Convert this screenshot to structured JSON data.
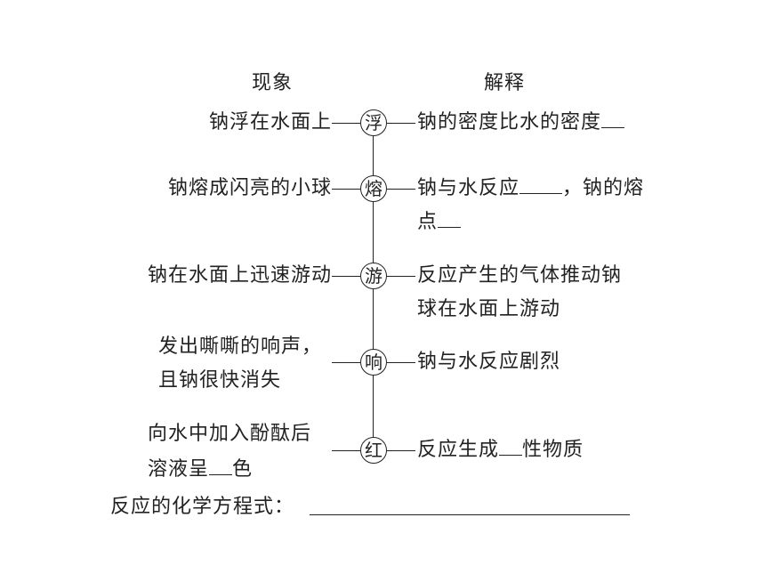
{
  "headers": {
    "phenomenon": "现象",
    "explanation": "解释"
  },
  "rows": [
    {
      "phenomenon": [
        "钠浮在水面上"
      ],
      "key": "浮",
      "explanation": [
        "钠的密度比水的密度"
      ]
    },
    {
      "phenomenon": [
        "钠熔成闪亮的小球"
      ],
      "key": "熔",
      "explanation": [
        "钠与水反应",
        "，钠的熔",
        "点"
      ]
    },
    {
      "phenomenon": [
        "钠在水面上迅速游动"
      ],
      "key": "游",
      "explanation": [
        "反应产生的气体推动钠",
        "球在水面上游动"
      ]
    },
    {
      "phenomenon": [
        "发出嘶嘶的响声，",
        "且钠很快消失"
      ],
      "key": "响",
      "explanation": [
        "钠与水反应剧烈"
      ]
    },
    {
      "phenomenon": [
        "向水中加入酚酞后",
        "溶液呈",
        "色"
      ],
      "key": "红",
      "explanation": [
        "反应生成",
        "性物质"
      ]
    }
  ],
  "footer": {
    "label": "反应的化学方程式："
  }
}
